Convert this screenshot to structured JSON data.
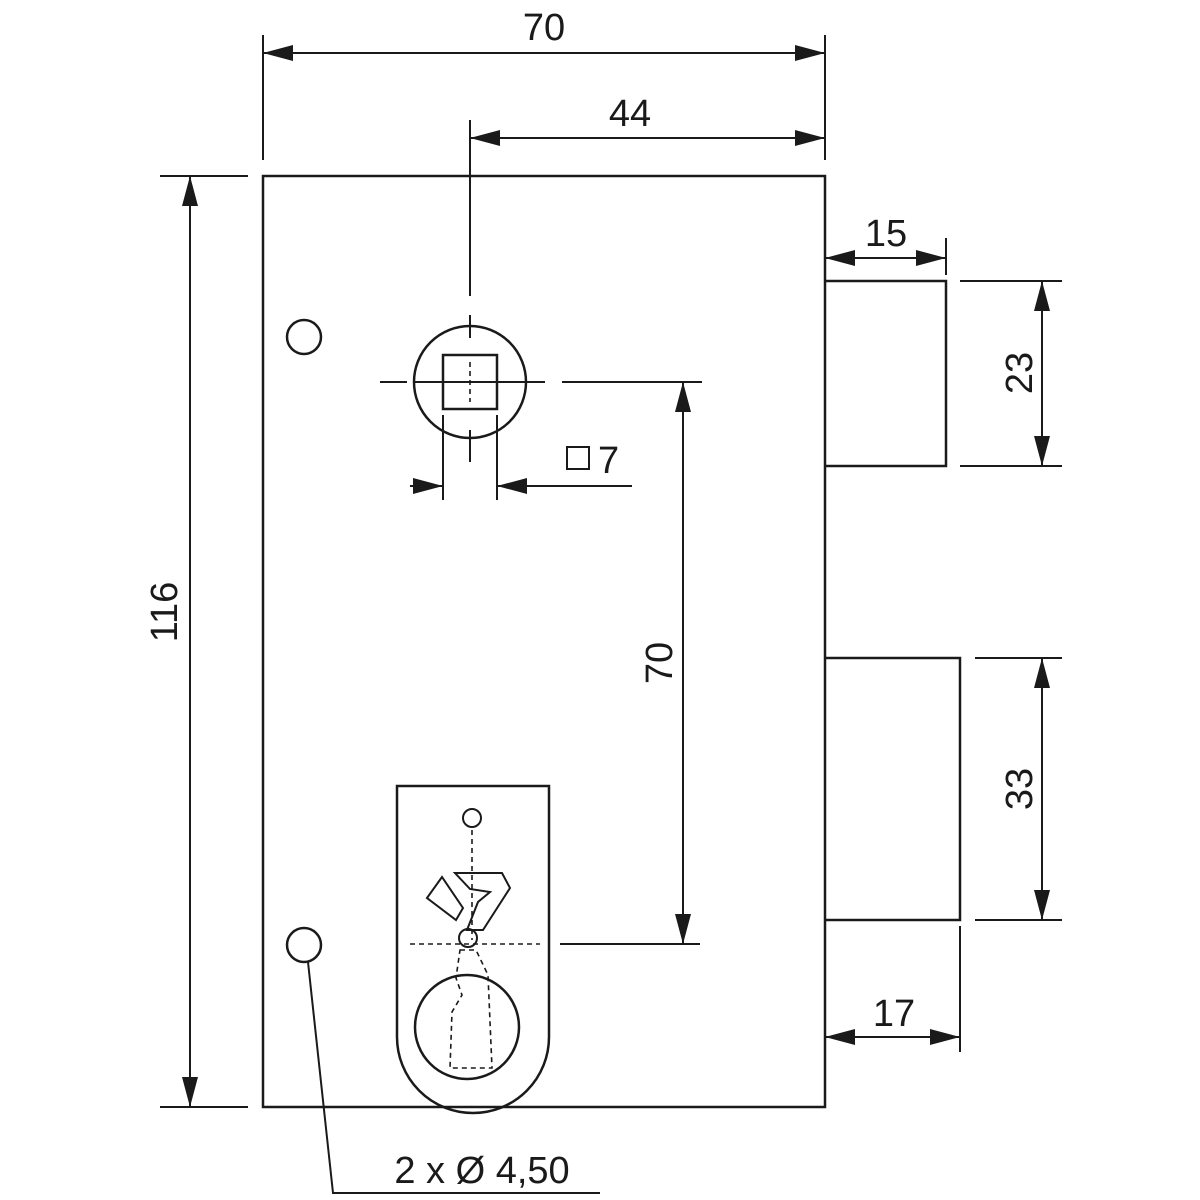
{
  "dimensions": {
    "overall_width": "70",
    "spindle_offset": "44",
    "height": "116",
    "spindle_to_keyhole": "70",
    "spindle_square": "7",
    "latch_projection": "15",
    "latch_height": "23",
    "bolt_height": "33",
    "bolt_projection": "17",
    "mounting_holes": "2 x Ø 4,50"
  }
}
